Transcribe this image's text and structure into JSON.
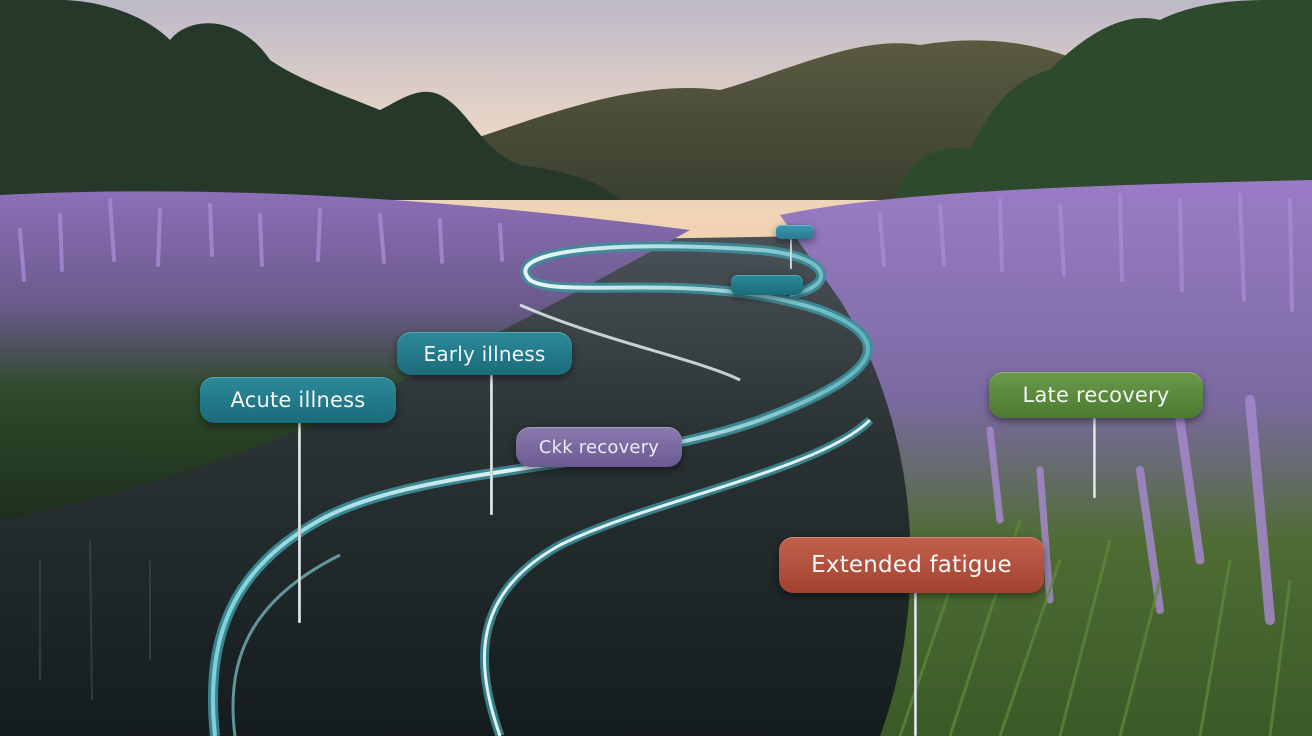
{
  "scene": {
    "description_labels": {
      "acute": "Acute illness",
      "early": "Early illness",
      "ckk": "Ckk recovery",
      "late": "Late recovery",
      "extended": "Extended fatigue",
      "far1": "",
      "far2": ""
    },
    "colors": {
      "sky_top": "#c9c3cf",
      "sky_glow": "#f3d9b8",
      "lavender": "#9c7cc4",
      "water": "#1e2a2c",
      "ribbon": "#5fb4bf",
      "teal_sign": "#1f7a88",
      "purple_sign": "#7a69a2",
      "green_sign": "#5a8a3c",
      "red_sign": "#b24f3b"
    }
  }
}
